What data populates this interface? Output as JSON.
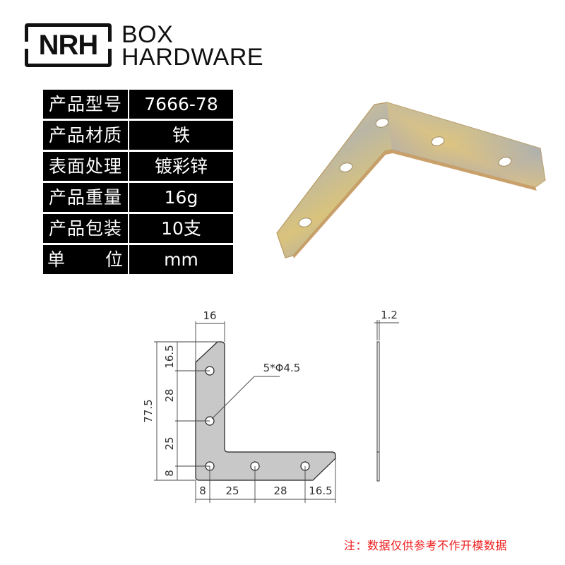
{
  "brand": {
    "logo_text": "NRH",
    "name_line1": "BOX",
    "name_line2": "HARDWARE"
  },
  "specs": {
    "rows": [
      {
        "label": "产品型号",
        "value": "7666-78"
      },
      {
        "label": "产品材质",
        "value": "铁"
      },
      {
        "label": "表面处理",
        "value": "镀彩锌"
      },
      {
        "label": "产品重量",
        "value": "16g"
      },
      {
        "label": "产品包装",
        "value": "10支"
      },
      {
        "label_left": "单",
        "label_right": "位",
        "value": "mm"
      }
    ]
  },
  "product_image": {
    "description": "L-shaped corner bracket, colour zinc plated, 5 holes",
    "icon": "l-bracket-photo"
  },
  "drawing": {
    "top_width": "16",
    "thickness": "1.2",
    "hole_callout": "5*Φ4.5",
    "overall_height": "77.5",
    "vertical_dims": [
      "16.5",
      "28",
      "25",
      "8"
    ],
    "horizontal_dims": [
      "8",
      "25",
      "28",
      "16.5"
    ]
  },
  "note": "注：数据仅供参考不作开模数据",
  "colors": {
    "table_bg": "#000000",
    "table_text": "#ffffff",
    "part_fill": "#c8c8c8",
    "note_red": "#ee1c1c"
  }
}
